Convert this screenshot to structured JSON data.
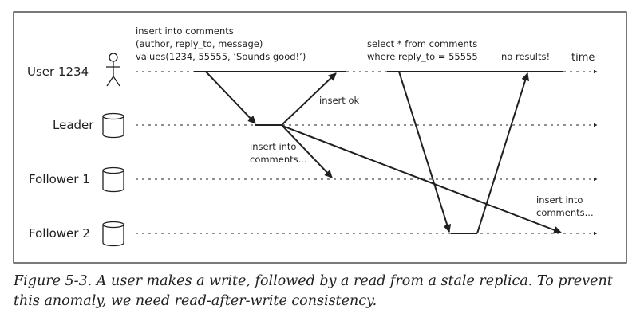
{
  "lanes": [
    {
      "id": "user",
      "label": "User 1234",
      "icon": "stick-figure-icon"
    },
    {
      "id": "leader",
      "label": "Leader",
      "icon": "database-cylinder-icon"
    },
    {
      "id": "follower1",
      "label": "Follower 1",
      "icon": "database-cylinder-icon"
    },
    {
      "id": "follower2",
      "label": "Follower 2",
      "icon": "database-cylinder-icon"
    }
  ],
  "time_label": "time",
  "messages": {
    "write_request": [
      "insert into comments",
      "(author, reply_to, message)",
      "values(1234, 55555, ‘Sounds good!’)"
    ],
    "insert_ok": [
      "insert ok"
    ],
    "replicate_follower1": [
      "insert into",
      "comments..."
    ],
    "replicate_follower2": [
      "insert into",
      "comments..."
    ],
    "read_request": [
      "select * from comments",
      "where reply_to = 55555"
    ],
    "read_response": [
      "no results!"
    ]
  },
  "caption": {
    "line1": "Figure 5-3. A user makes a write, followed by a read from a stale replica. To prevent",
    "line2": "this anomaly, we need read-after-write consistency."
  }
}
